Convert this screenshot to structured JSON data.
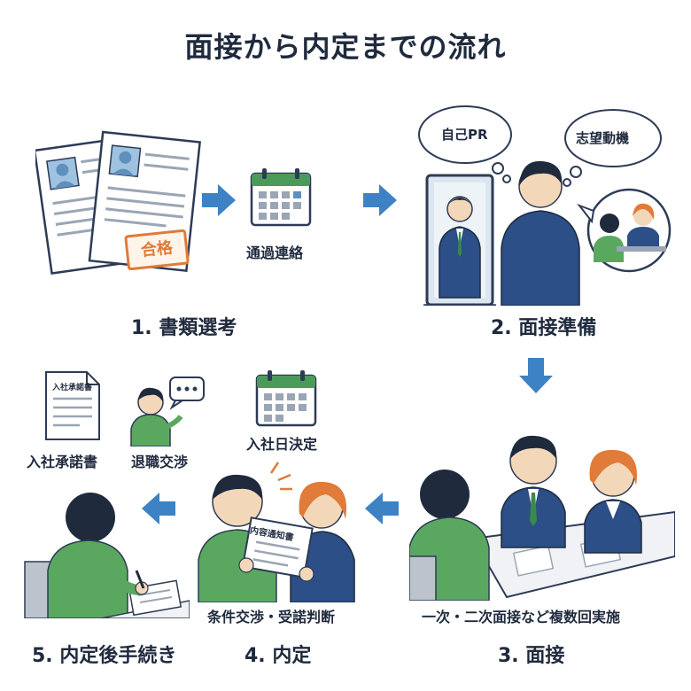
{
  "title": "面接から内定までの流れ",
  "steps": [
    {
      "label": "1. 書類選考",
      "badge": "合格"
    },
    {
      "label": "2. 面接準備",
      "bubbles": [
        "自己PR",
        "志望動機"
      ]
    },
    {
      "label": "3. 面接",
      "note": "一次・二次面接など複数回実施"
    },
    {
      "label": "4. 内定",
      "note": "条件交渉・受諾判断",
      "doc": "内容通知書"
    },
    {
      "label": "5. 内定後手続き"
    }
  ],
  "between": {
    "contact": "通過連絡",
    "join_date": "入社日決定",
    "pledge": "入社承諾書",
    "resign": "退職交渉",
    "pledge_doc": "入社承諾書"
  },
  "colors": {
    "arrow": "#3d82c4",
    "navy": "#2b4f86",
    "green": "#5aa860",
    "calendar": "#4a9a5a",
    "badge": "#e07b39"
  },
  "icons": [
    "arrow-right-icon",
    "arrow-down-icon",
    "arrow-left-icon",
    "calendar-icon",
    "speech-bubble-icon",
    "thought-bubble-icon",
    "mirror-icon",
    "resume-icon"
  ]
}
